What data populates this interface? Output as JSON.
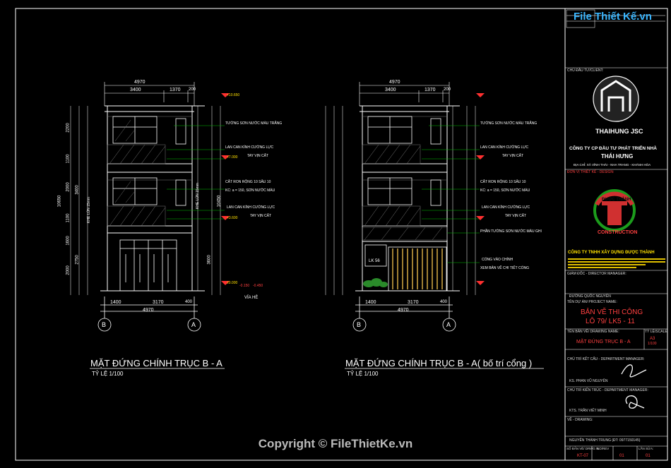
{
  "drawing": {
    "left_view": {
      "title": "MẶT ĐỨNG CHÍNH TRỤC B - A",
      "scale": "TỶ LỆ 1/100",
      "top_dim": "4970",
      "sub_dims": [
        "3400",
        "1370",
        "200"
      ],
      "bottom_dims": [
        "1400",
        "3170",
        "400"
      ],
      "bottom_total": "4970",
      "axis_left": "B",
      "axis_right": "A",
      "left_vert_dims": [
        "2200",
        "1100",
        "2000",
        "1100",
        "1600",
        "2000"
      ],
      "left_vert_totals": [
        "10650",
        "3400",
        "2750"
      ],
      "right_vert_dims": [
        "3600",
        "10450"
      ],
      "khe_lun": "KHE LÚN 15mm",
      "elev_labels": [
        "+10.650",
        "+7.000",
        "+3.600",
        "±0.000",
        "-0.150",
        "-0.450"
      ],
      "via_he": "VỈA HÈ",
      "notes": [
        "TƯỜNG SƠN NƯỚC MÀU TRẮNG",
        "LAN CAN KÍNH CƯỜNG LỰC",
        "TAY VỊN CẤT",
        "CẮT RON RỘNG 10 SÂU 10",
        "KC: a = 150, SƠN NƯỚC MÀU",
        "LAN CAN KÍNH CƯỜNG LỰC",
        "TAY VỊN CẤT"
      ]
    },
    "right_view": {
      "title": "MẶT ĐỨNG CHÍNH TRỤC B - A( bố trí cổng )",
      "scale": "TỶ LỆ 1/100",
      "top_dim": "4970",
      "sub_dims": [
        "3400",
        "1370",
        "200"
      ],
      "bottom_dims": [
        "1400",
        "3170",
        "400"
      ],
      "bottom_total": "4970",
      "axis_left": "B",
      "axis_right": "A",
      "plate": "LK 56",
      "notes": [
        "TƯỜNG SƠN NƯỚC MÀU TRẮNG",
        "LAN CAN KÍNH CƯỜNG LỰC",
        "TAY VỊN CẤT",
        "CẮT RON RỘNG 10 SÂU 10",
        "KC: a = 150, SƠN NƯỚC MÀU",
        "LAN CAN KÍNH CƯỜNG LỰC",
        "TAY VỊN CẤT",
        "PHẦN TƯỜNG SƠN NƯỚC MÀU GHI",
        "CỔNG VÀO CHÍNH",
        "XEM BẢN VẼ CHI TIẾT CỔNG"
      ]
    }
  },
  "title_block": {
    "watermark_logo": "File Thiết Kế.vn",
    "owner_label": "CHỦ ĐẦU TƯ/CLIENT:",
    "owner_logo_text": "THAIHUNG JSC",
    "owner_company_1": "CÔNG TY CP ĐẦU TƯ PHÁT TRIỂN NHÀ",
    "owner_company_2": "THÁI HƯNG",
    "owner_address": "ĐỊA CHỈ: XÃ VĨNH THÁI - NHA TRANG - KHÁNH HÒA",
    "designer_label": "ĐƠN VỊ THIẾT KẾ - DESIGN:",
    "designer_logo_top": "ĐƯỢC THÀNH",
    "designer_logo_bottom": "CONSTRUCTION",
    "designer_company": "CÔNG TY TNHH XÂY DỰNG ĐƯỢC THÀNH",
    "director_label": "GIÁM ĐỐC - DIRECTOR MANAGER:",
    "director_name": "ĐƯỜNG QUỐC NGUYÊN",
    "project_label": "TÊN DỰ ÁN/ PROJECT NAME:",
    "project_1": "BẢN VẼ THI CÔNG",
    "project_2": "LÔ 79/ LK5 - 11",
    "drawing_name_label": "TÊN BẢN VẼ/ DRAWING NAME:",
    "drawing_name": "MẶT ĐỨNG TRỤC B - A",
    "scale_label": "TỶ LỆ/SCALE:",
    "scale_value_1": "A3",
    "scale_value_2": "1/100",
    "dept_head_label": "CHỦ TRÌ KẾT CẤU - DEPARTMENT MANAGER:",
    "dept_head_name": "KS. PHAN VŨ NGUYÊN",
    "arch_head_label": "CHỦ TRÌ KIẾN TRÚC - DEPARTMENT MANAGER:",
    "arch_head_name": "KTS. TRẦN VIẾT MINH",
    "drawing_by_label": "VẼ - DRAWING:",
    "drawing_by_name": "NGUYỄN THÀNH TRUNG (ĐT: 0977150145)",
    "sheet_label": "SỐ BẢN VẼ/ DRWG N.:",
    "sheet_no": "KT-07",
    "rev_label": "NO/REV",
    "rev_value": "01",
    "ver_label": "LẦN SỬA:",
    "ver_value": "01"
  },
  "footer": {
    "copyright": "Copyright © FileThietKe.vn"
  }
}
